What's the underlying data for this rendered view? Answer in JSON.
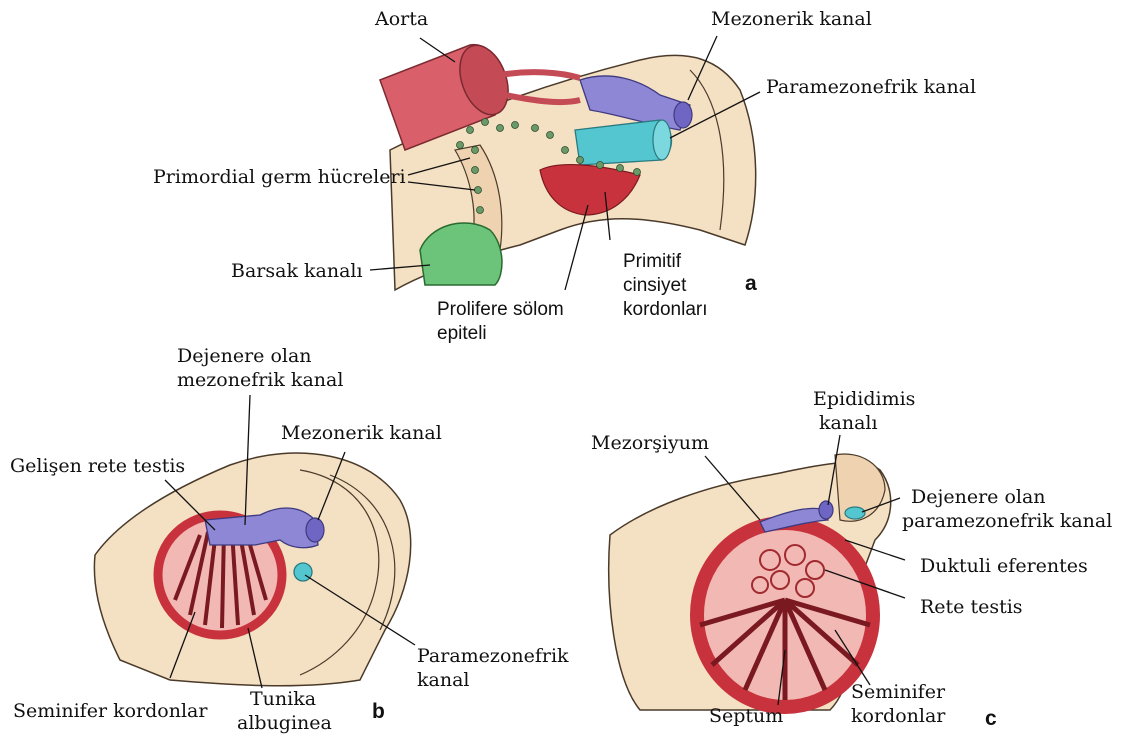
{
  "colors": {
    "tissue": "#f4e0c2",
    "tissue_shade": "#e8c9a0",
    "outline": "#4a3a2a",
    "aorta": "#d9606a",
    "aorta_dark": "#b83a48",
    "mesonephric": "#8e87d6",
    "paramesonephric": "#54c6cf",
    "gut": "#6cc37a",
    "gonad_red": "#c8323c",
    "gonad_pink": "#f2b8b4",
    "germ_cells": "#6a9a6a"
  },
  "panel_a": {
    "letter": "a",
    "labels": {
      "aorta": "Aorta",
      "mesonephric_duct": "Mezonerik kanal",
      "paramesonephric_duct": "Paramezonefrik kanal",
      "primordial_germ_cells": "Primordial germ hücreleri",
      "gut": "Barsak kanalı",
      "primitive_sex_cords_1": "Primitif",
      "primitive_sex_cords_2": "cinsiyet",
      "primitive_sex_cords_3": "kordonları",
      "coelomic_epithelium_1": "Prolifere sölom",
      "coelomic_epithelium_2": "epiteli"
    }
  },
  "panel_b": {
    "letter": "b",
    "labels": {
      "degenerating_mesonephric_1": "Dejenere olan",
      "degenerating_mesonephric_2": "mezonefrik kanal",
      "mesonephric_duct": "Mezonerik kanal",
      "developing_rete_testis": "Gelişen rete testis",
      "paramesonephric_1": "Paramezonefrik",
      "paramesonephric_2": "kanal",
      "seminiferous_cords": "Seminifer kordonlar",
      "tunica_albuginea_1": "Tunika",
      "tunica_albuginea_2": "albuginea"
    }
  },
  "panel_c": {
    "letter": "c",
    "labels": {
      "epididymis_1": "Epididimis",
      "epididymis_2": "kanalı",
      "mesorchium": "Mezorşiyum",
      "degenerating_paramesonephric_1": "Dejenere olan",
      "degenerating_paramesonephric_2": "paramezonefrik kanal",
      "ductuli_efferentes": "Duktuli eferentes",
      "rete_testis": "Rete testis",
      "seminiferous_cords_1": "Seminifer",
      "seminiferous_cords_2": "kordonlar",
      "septum": "Septum"
    }
  }
}
